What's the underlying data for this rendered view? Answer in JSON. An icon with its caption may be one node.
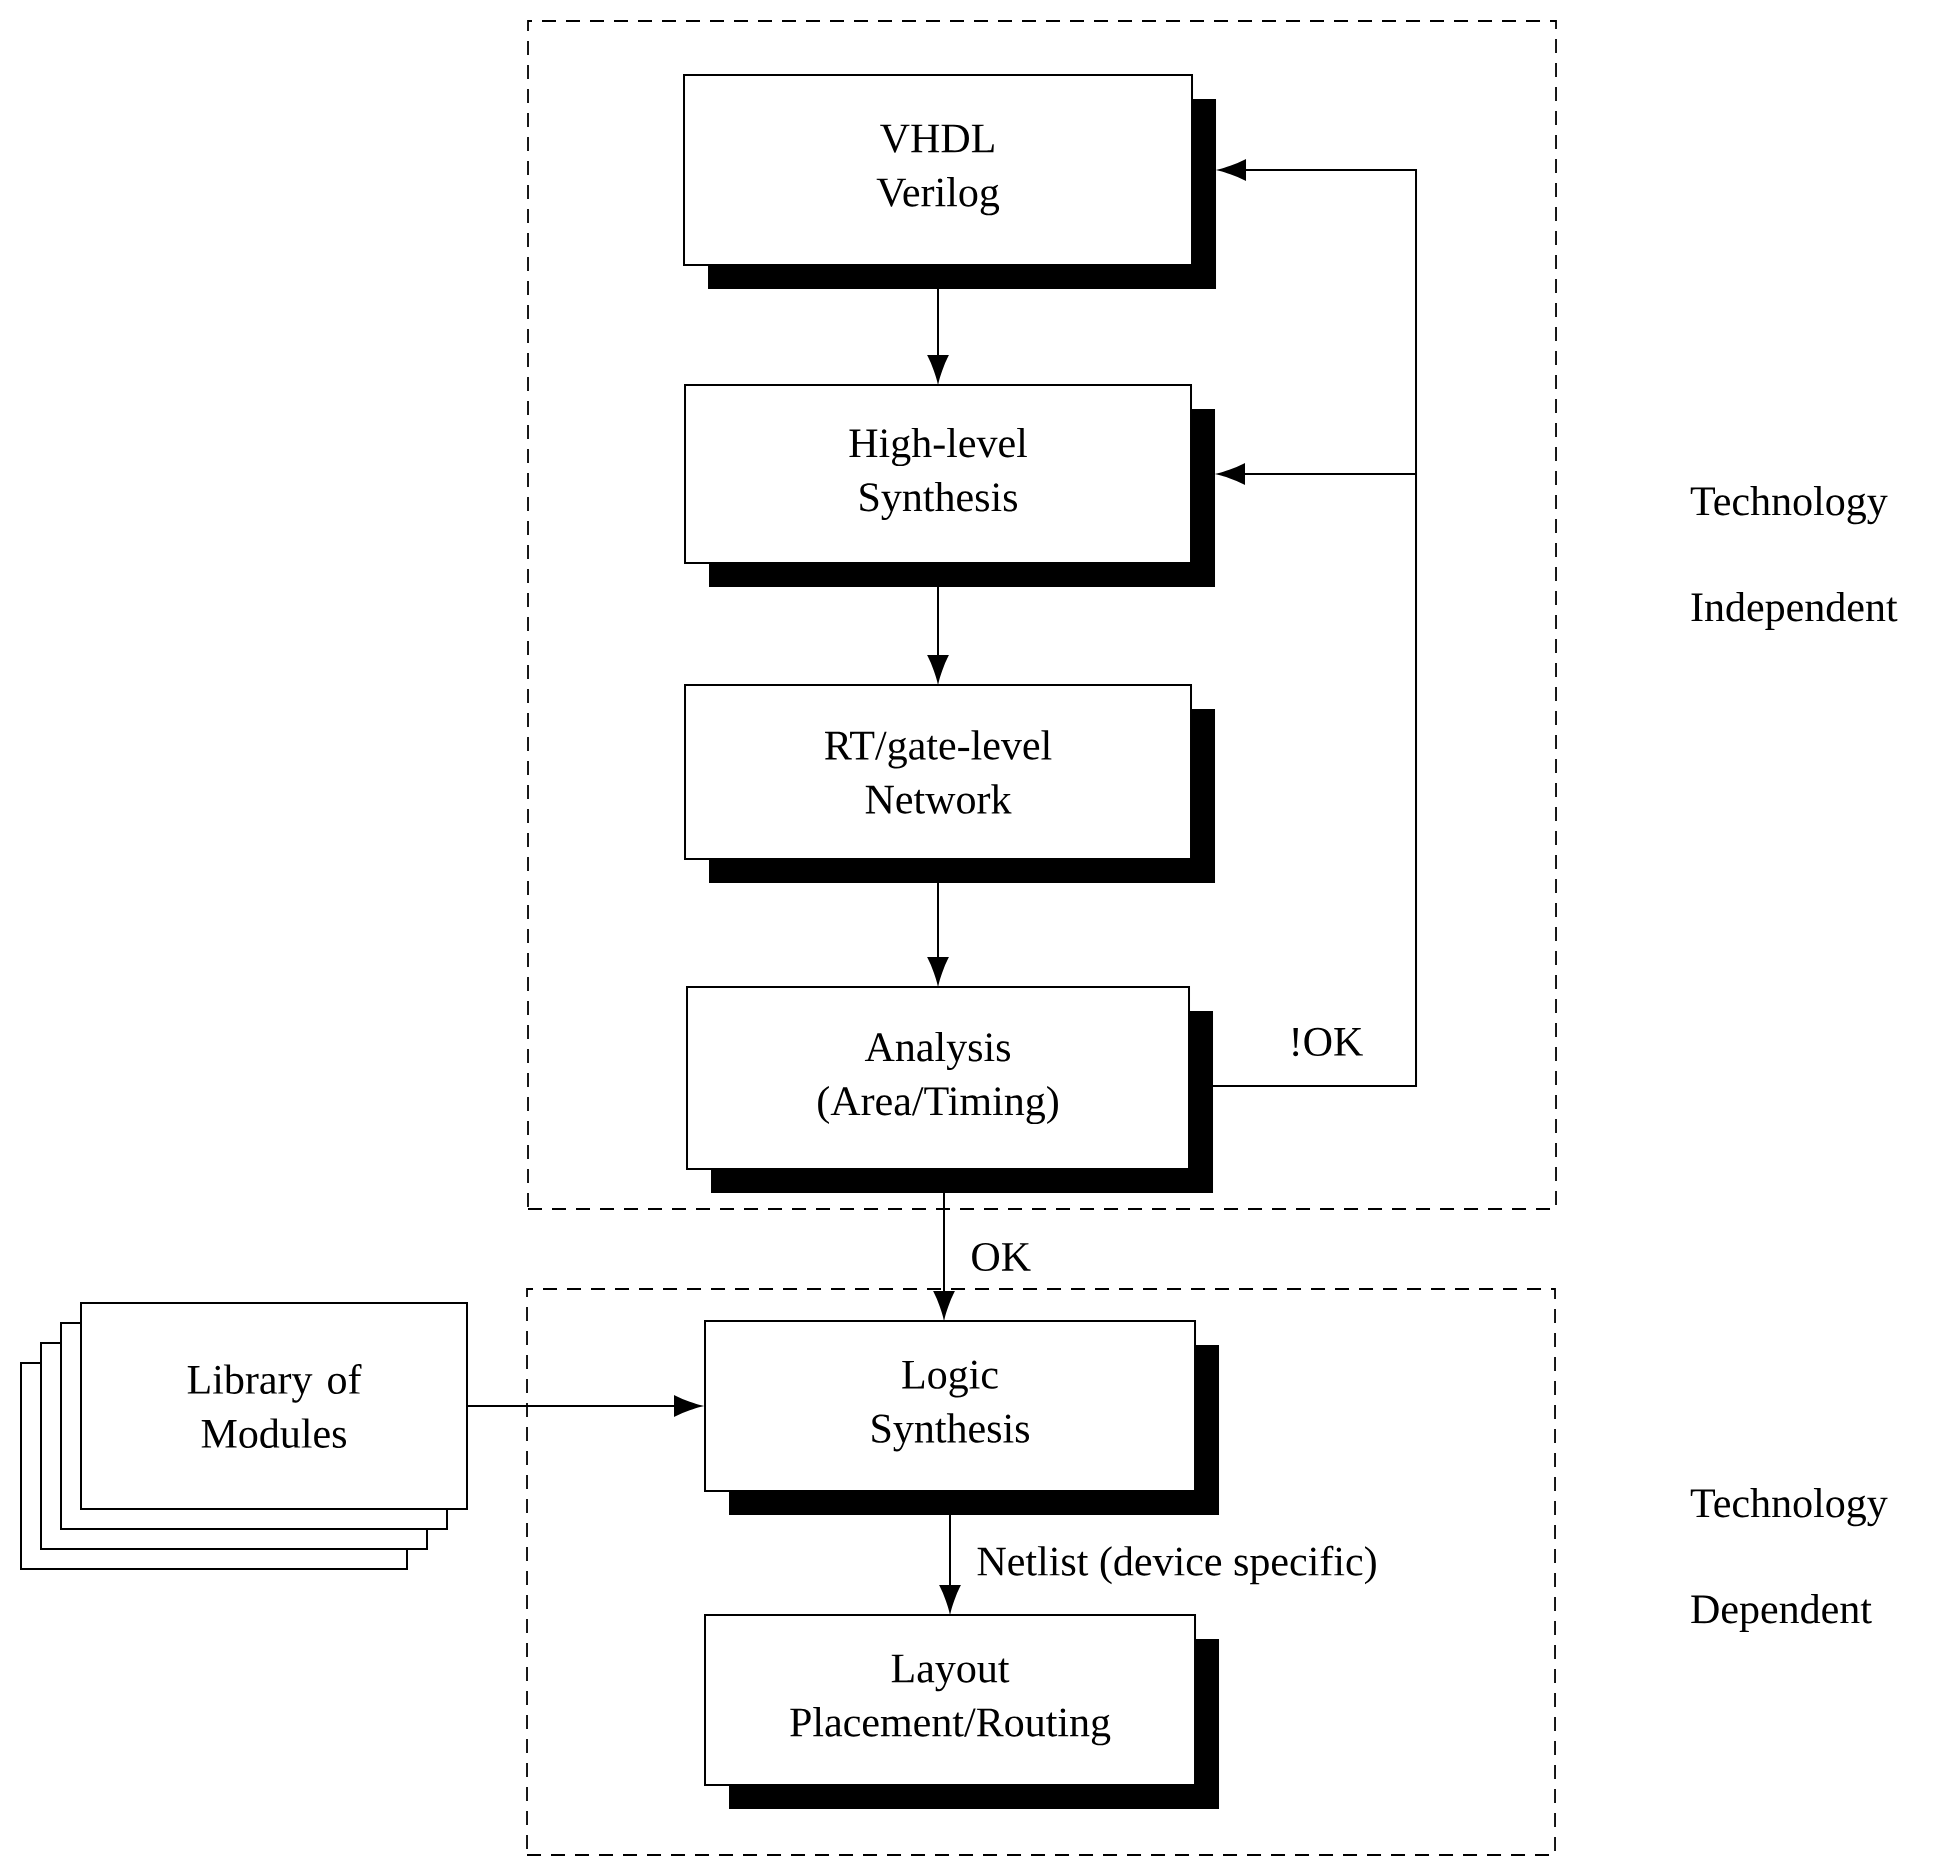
{
  "diagram": {
    "nodes": [
      {
        "text": [],
        "shape": "box",
        "beside": [
          "Technology Independent"
        ]
      },
      {
        "text": [
          "VHDL Verilog"
        ],
        "in": 0
      },
      {
        "text": [
          "High-level Synthesis"
        ],
        "in": 0
      },
      {
        "text": [
          "RT/gate-level Network"
        ],
        "in": 0
      },
      {
        "text": [
          "Analysis (Area/Timing)"
        ],
        "in": 0
      },
      {
        "text": [],
        "shape": "box",
        "beside": [
          "Technology Dependent"
        ]
      },
      {
        "text": [
          "Library of Modules"
        ]
      },
      {
        "text": [
          "Logic Synthesis"
        ],
        "in": 5
      },
      {
        "text": [
          "Layout Placement/Routing"
        ],
        "in": 5
      }
    ],
    "edges": [
      {
        "from": 1,
        "to": 2,
        "arrow": "to"
      },
      {
        "from": 2,
        "to": 3,
        "arrow": "to"
      },
      {
        "from": 3,
        "to": 4,
        "arrow": "to"
      },
      {
        "from": 4,
        "to": 1,
        "arrow": "to",
        "label": "!OK"
      },
      {
        "from": 4,
        "to": 2,
        "arrow": "to"
      },
      {
        "from": 4,
        "to": 7,
        "arrow": "to",
        "label": "OK"
      },
      {
        "from": 6,
        "to": 7,
        "arrow": "to"
      },
      {
        "from": 7,
        "to": 8,
        "arrow": "to",
        "label": "Netlist (device specific)"
      }
    ]
  }
}
